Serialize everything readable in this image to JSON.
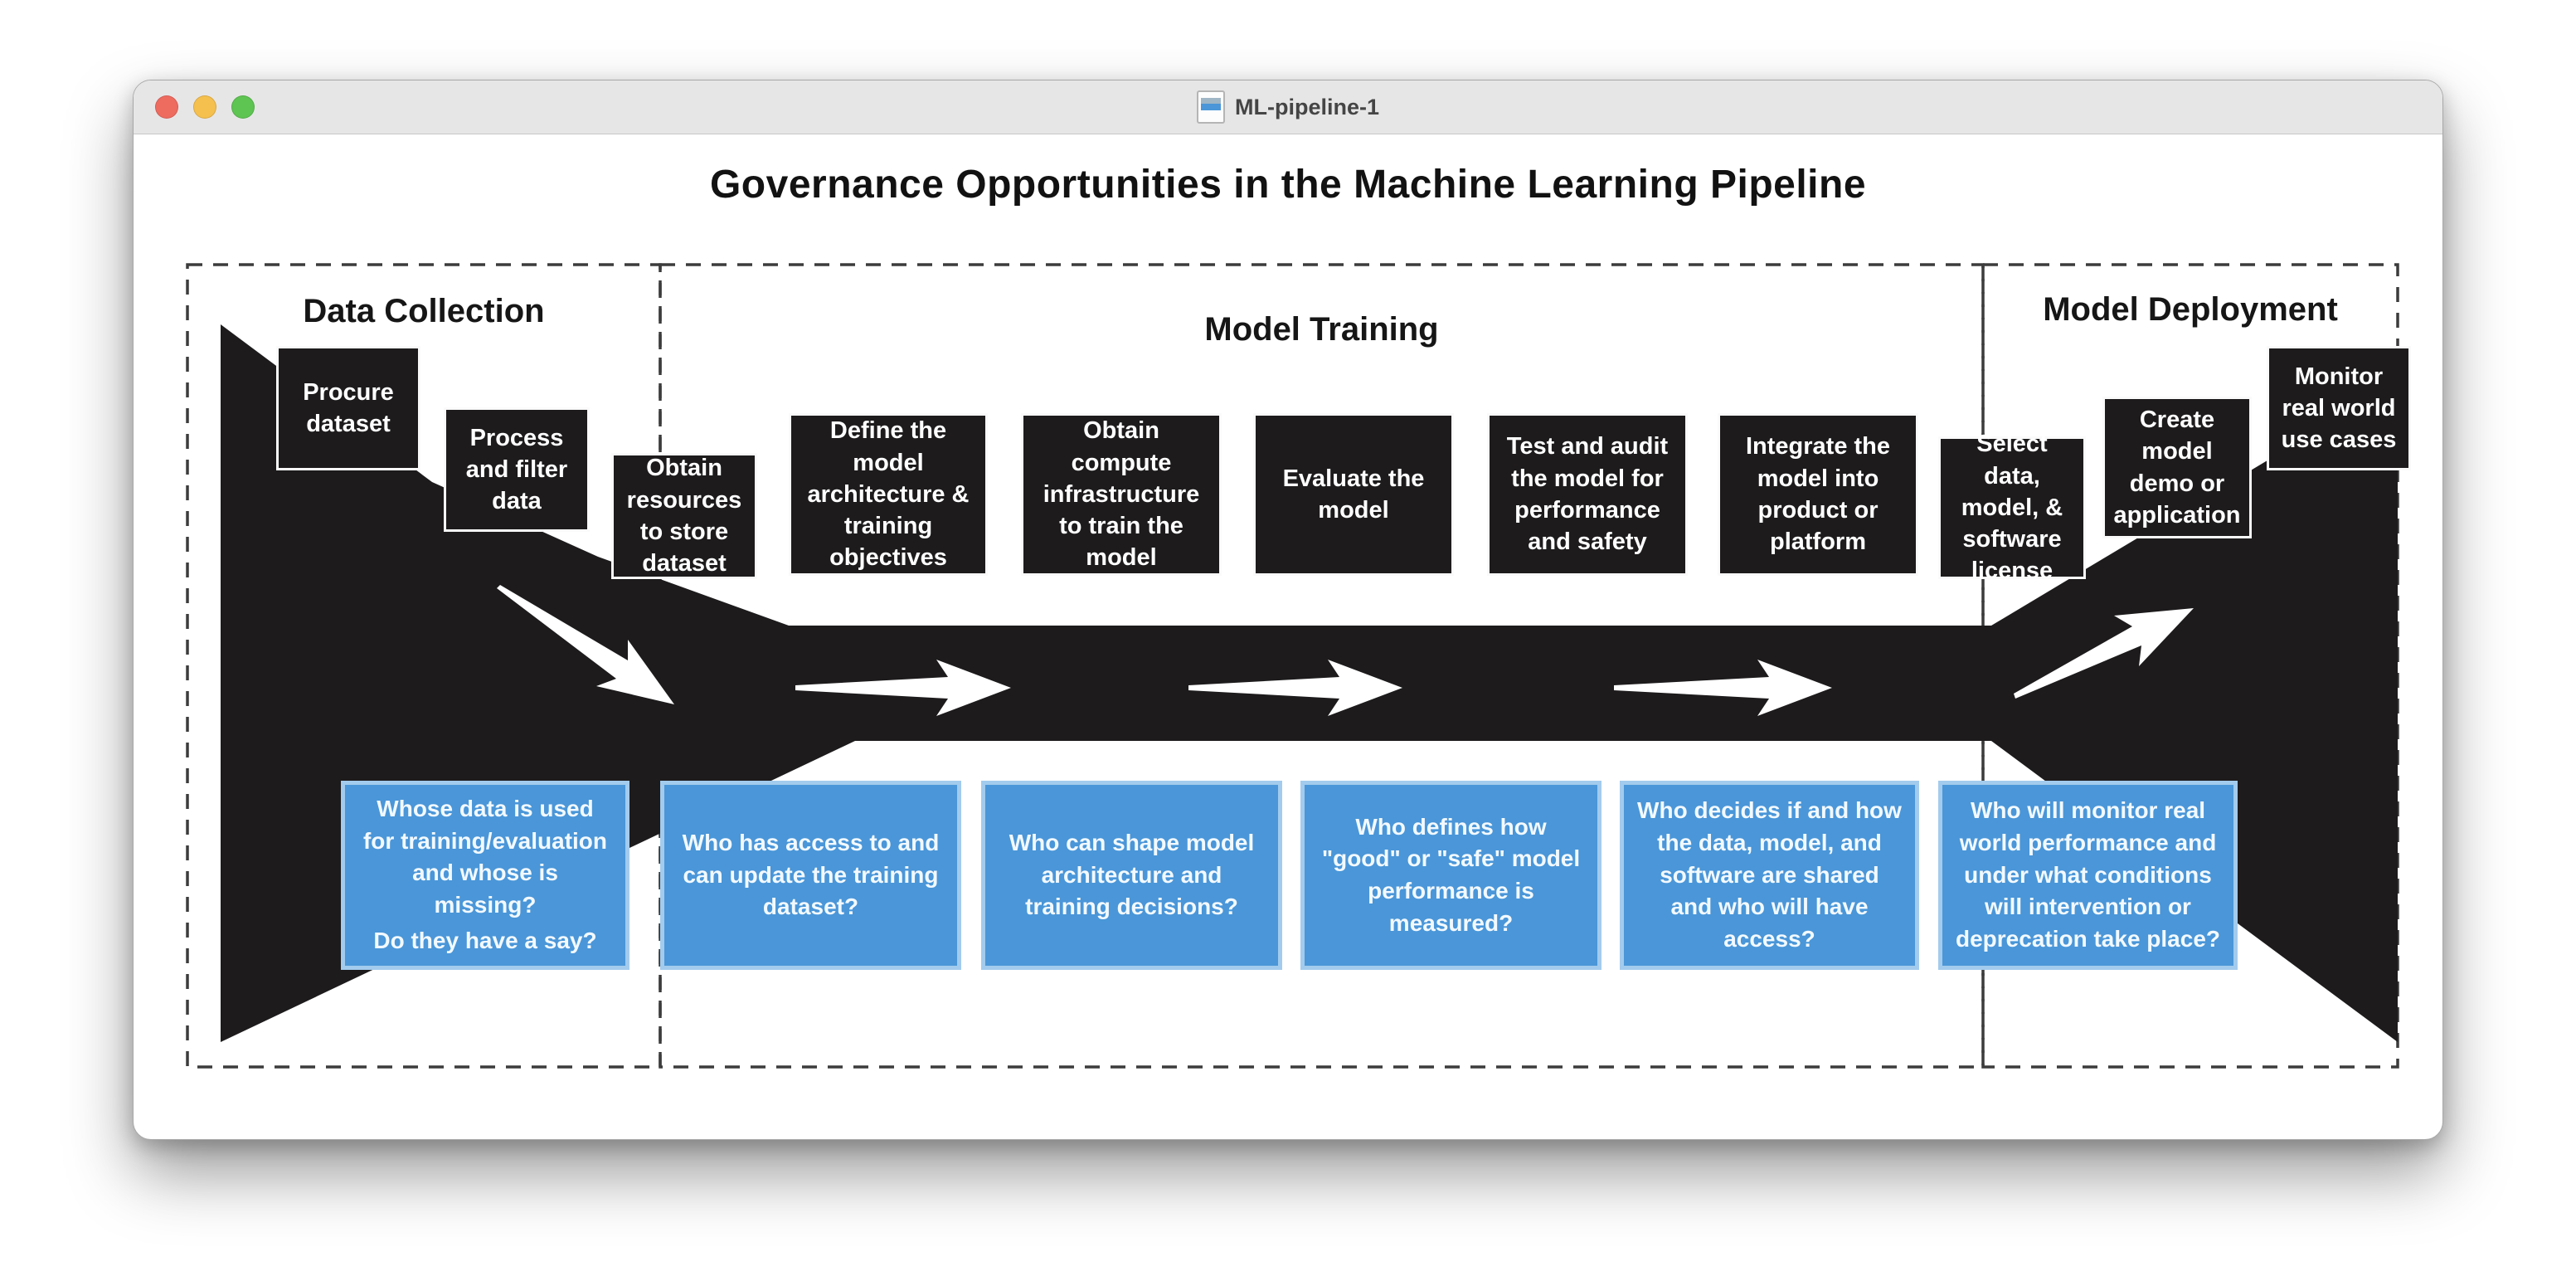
{
  "window": {
    "title": "ML-pipeline-1",
    "controls": {
      "close_color": "#ee6b60",
      "minimize_color": "#f5c04e",
      "zoom_color": "#5ec452"
    }
  },
  "diagram": {
    "title": "Governance Opportunities in the Machine Learning Pipeline",
    "sections": [
      {
        "label": "Data Collection"
      },
      {
        "label": "Model Training"
      },
      {
        "label": "Model Deployment"
      }
    ],
    "steps": [
      {
        "label": "Procure dataset"
      },
      {
        "label": "Process and filter data"
      },
      {
        "label": "Obtain resources to store dataset"
      },
      {
        "label": "Define the model architecture & training objectives"
      },
      {
        "label": "Obtain compute infrastructure to train the model"
      },
      {
        "label": "Evaluate the model"
      },
      {
        "label": "Test and audit the model for performance and safety"
      },
      {
        "label": "Integrate the model into product or platform"
      },
      {
        "label": "Select data, model, & software license"
      },
      {
        "label": "Create model demo or application"
      },
      {
        "label": "Monitor real world use cases"
      }
    ],
    "questions": [
      {
        "line1": "Whose data is used for training/evaluation and whose is missing?",
        "line2": "Do they have a say?"
      },
      {
        "line1": "Who has access to and can update the training dataset?"
      },
      {
        "line1": "Who can shape model architecture and training decisions?"
      },
      {
        "line1": "Who defines how \"good\" or \"safe\" model performance is measured?"
      },
      {
        "line1": "Who decides if and how the data, model, and software are shared and who will have access?"
      },
      {
        "line1": "Who will monitor real world performance and under what conditions will intervention or deprecation take place?"
      }
    ],
    "colors": {
      "step_box": "#1d1b1c",
      "question_box": "#4a96d8",
      "question_border": "#a3cbed",
      "flow_shape": "#1d1b1c",
      "dashed_border": "#3c3c3c"
    }
  }
}
